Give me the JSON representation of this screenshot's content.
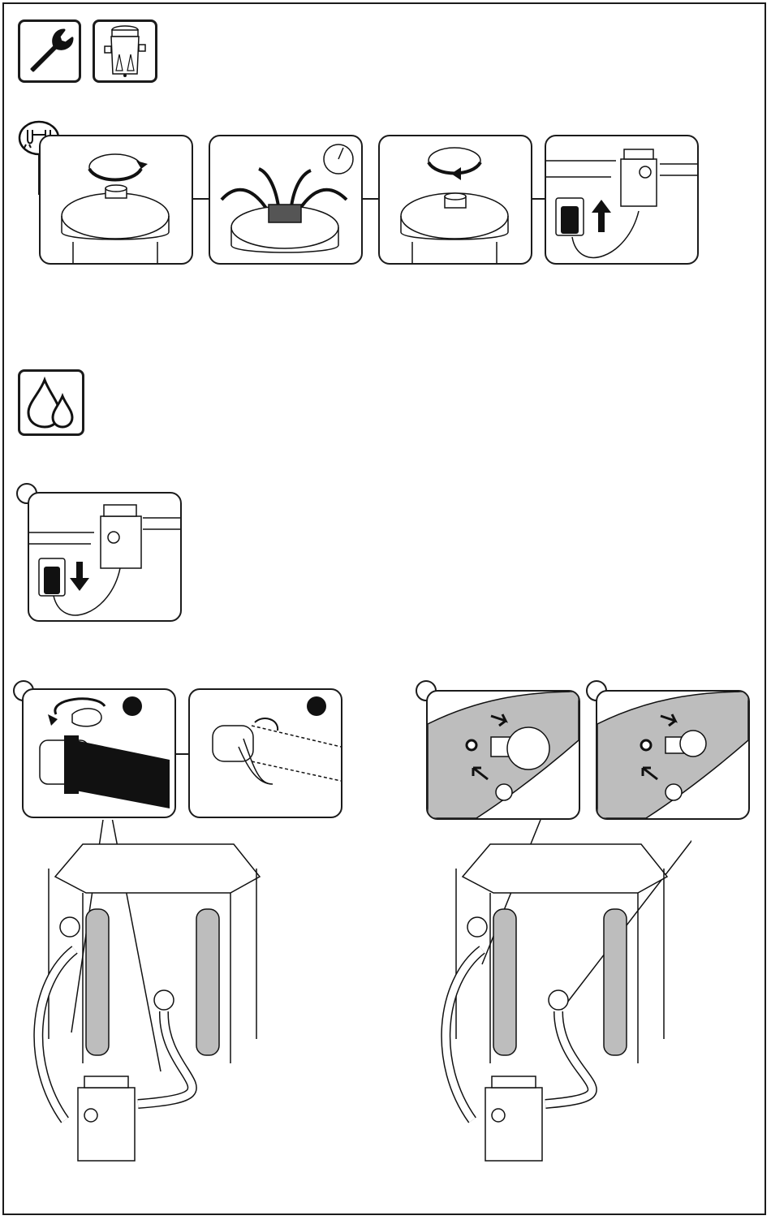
{
  "sections": {
    "maintenance": {
      "icons": [
        "wrench-icon",
        "filter-pump-icon"
      ],
      "air_release_icon": "air-release-icon",
      "steps": [
        "open-air-valve",
        "water-spurts-out",
        "close-air-valve",
        "plug-in-power"
      ],
      "timer_icon": "clock-icon"
    },
    "draining": {
      "icon": "water-drops-icon",
      "step1": "unplug-power",
      "step2_type_a": [
        "hose-clamp-detail-a",
        "hose-clamp-detail-b"
      ],
      "step2_type_b": [
        "strainer-connector-a",
        "strainer-connector-b"
      ]
    }
  },
  "colors": {
    "line": "#1b1b1b",
    "grey_fill": "#bdbdbd",
    "dark_fill": "#111111"
  }
}
